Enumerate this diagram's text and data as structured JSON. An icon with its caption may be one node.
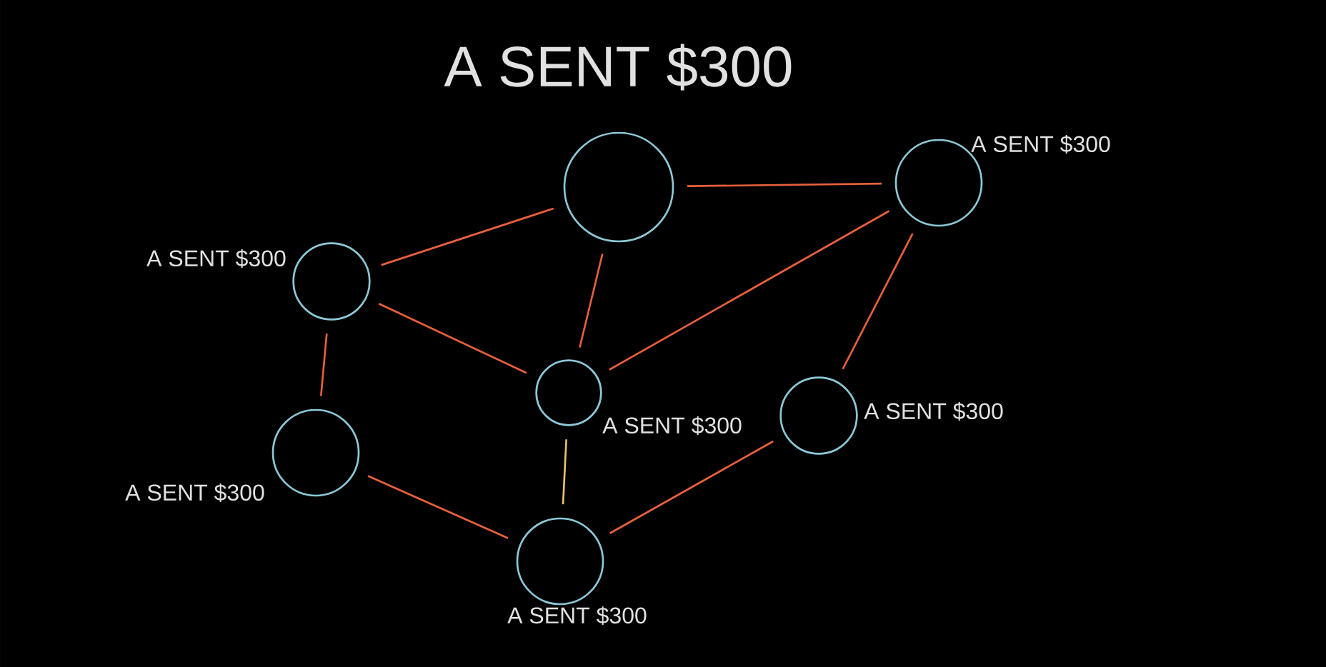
{
  "diagram": {
    "title": "A SENT $300",
    "nodes": [
      {
        "text": [],
        "shape": "circle"
      },
      {
        "text": [],
        "shape": "circle",
        "beside": [
          "A SENT $300"
        ]
      },
      {
        "text": [],
        "shape": "circle",
        "beside": [
          "A SENT $300"
        ]
      },
      {
        "text": [],
        "shape": "circle",
        "beside": [
          "A SENT $300"
        ]
      },
      {
        "text": [],
        "shape": "circle",
        "beside": [
          "A SENT $300"
        ]
      },
      {
        "text": [],
        "shape": "circle",
        "beside": [
          "A SENT $300"
        ]
      },
      {
        "text": [],
        "shape": "circle",
        "beside": [
          "A SENT $300"
        ]
      }
    ],
    "edges": [
      {
        "from": 0,
        "to": 1,
        "arrow": "none"
      },
      {
        "from": 2,
        "to": 0,
        "arrow": "none"
      },
      {
        "from": 0,
        "to": 3,
        "arrow": "none"
      },
      {
        "from": 3,
        "to": 1,
        "arrow": "none"
      },
      {
        "from": 1,
        "to": 5,
        "arrow": "none"
      },
      {
        "from": 2,
        "to": 3,
        "arrow": "none"
      },
      {
        "from": 2,
        "to": 4,
        "arrow": "none"
      },
      {
        "from": 4,
        "to": 6,
        "arrow": "none"
      },
      {
        "from": 3,
        "to": 6,
        "arrow": "none",
        "color": "#e8c070"
      },
      {
        "from": 6,
        "to": 5,
        "arrow": "none"
      }
    ]
  }
}
